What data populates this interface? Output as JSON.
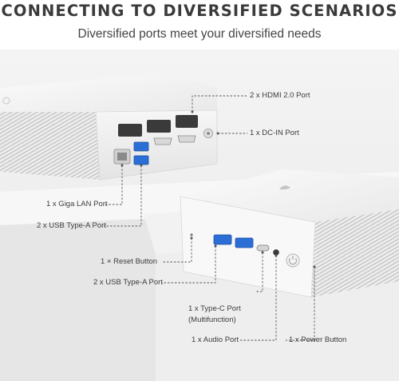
{
  "header": {
    "title": "CONNECTING TO DIVERSIFIED SCENARIOS",
    "subtitle": "Diversified ports meet your diversified needs"
  },
  "callouts": {
    "hdmi": "2 x HDMI 2.0 Port",
    "dc_in": "1 x DC-IN Port",
    "lan": "1 x Giga LAN Port",
    "usb_a_rear": "2 x USB Type-A Port",
    "reset": "1 × Reset Button",
    "usb_a_front": "2 x USB Type-A Port",
    "type_c": "1 x Type-C Port",
    "type_c_note": "(Multifunction)",
    "audio": "1 x Audio Port",
    "power": "1 x Power Button"
  },
  "colors": {
    "usb_blue": "#2b6fd6",
    "leader_line": "#555555"
  },
  "icons": {
    "lan": "ethernet-port-icon",
    "power": "power-button-icon",
    "brand": "brand-logo-icon"
  }
}
